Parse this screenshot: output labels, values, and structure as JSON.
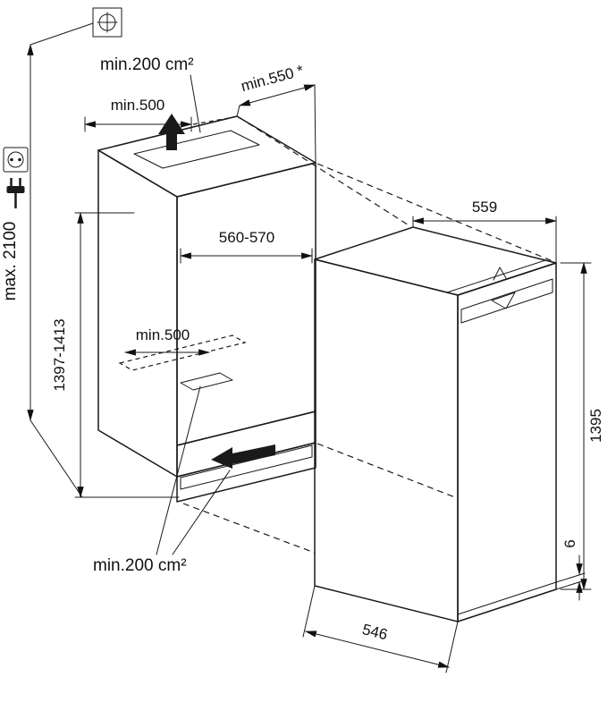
{
  "drawing": {
    "title": "Built-in appliance niche installation drawing",
    "labels": {
      "ventTopArea": "min.200 cm²",
      "topClearance": "min.500",
      "nicheDepth": "min.550 *",
      "socketMaxHeight": "max. 2100",
      "nicheWidth": "560-570",
      "applianceWidth": "559",
      "nicheHeight": "1397-1413",
      "floorVentWidth": "min.500",
      "applianceHeight": "1395",
      "ventBottomArea": "min.200 cm²",
      "doorBottomGap": "6",
      "applianceDepth": "546"
    },
    "colors": {
      "line": "#1a1a1a",
      "paper": "#ffffff",
      "sidePanel": "#f4f4f4",
      "interiorBack": "#c3c3c3",
      "interiorFloor": "#e0e0e0"
    },
    "icons": {
      "fixing": "screw-cross-icon",
      "socket": "power-socket-icon",
      "plug": "power-plug-icon"
    }
  }
}
